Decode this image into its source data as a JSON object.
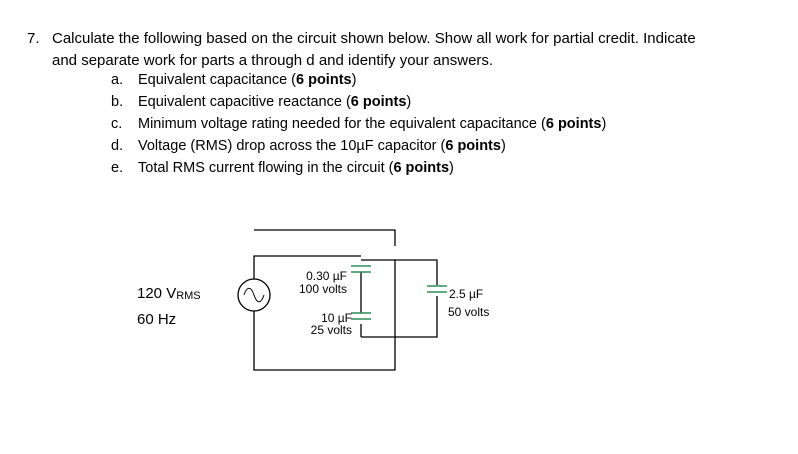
{
  "question": {
    "number": "7.",
    "line1": "Calculate the following based on the circuit shown below.   Show all work for partial credit. Indicate",
    "line2": "and separate work for parts a through d and identify your answers.",
    "parts": [
      {
        "letter": "a.",
        "text": "Equivalent capacitance (",
        "bold": "6 points",
        "end": ")"
      },
      {
        "letter": "b.",
        "text": "Equivalent capacitive reactance (",
        "bold": "6 points",
        "end": ")"
      },
      {
        "letter": "c.",
        "text": "Minimum voltage rating needed for the equivalent capacitance (",
        "bold": "6 points",
        "end": ")"
      },
      {
        "letter": "d.",
        "text": "Voltage (RMS) drop across the 10µF capacitor (",
        "bold": "6 points",
        "end": ")"
      },
      {
        "letter": "e.",
        "text": "Total RMS current flowing in the circuit (",
        "bold": "6 points",
        "end": ")"
      }
    ]
  },
  "circuit": {
    "source": {
      "voltage_value": "120 V",
      "voltage_sub": "RMS",
      "frequency": "60 Hz"
    },
    "capacitors": [
      {
        "value": "0.30 µF",
        "rating": "100 volts"
      },
      {
        "value": "10 µF",
        "rating": "25 volts"
      },
      {
        "value": "2.5 µF",
        "rating": "50 volts"
      }
    ],
    "colors": {
      "wire": "#000000",
      "capacitor": "#2e8b57"
    }
  }
}
